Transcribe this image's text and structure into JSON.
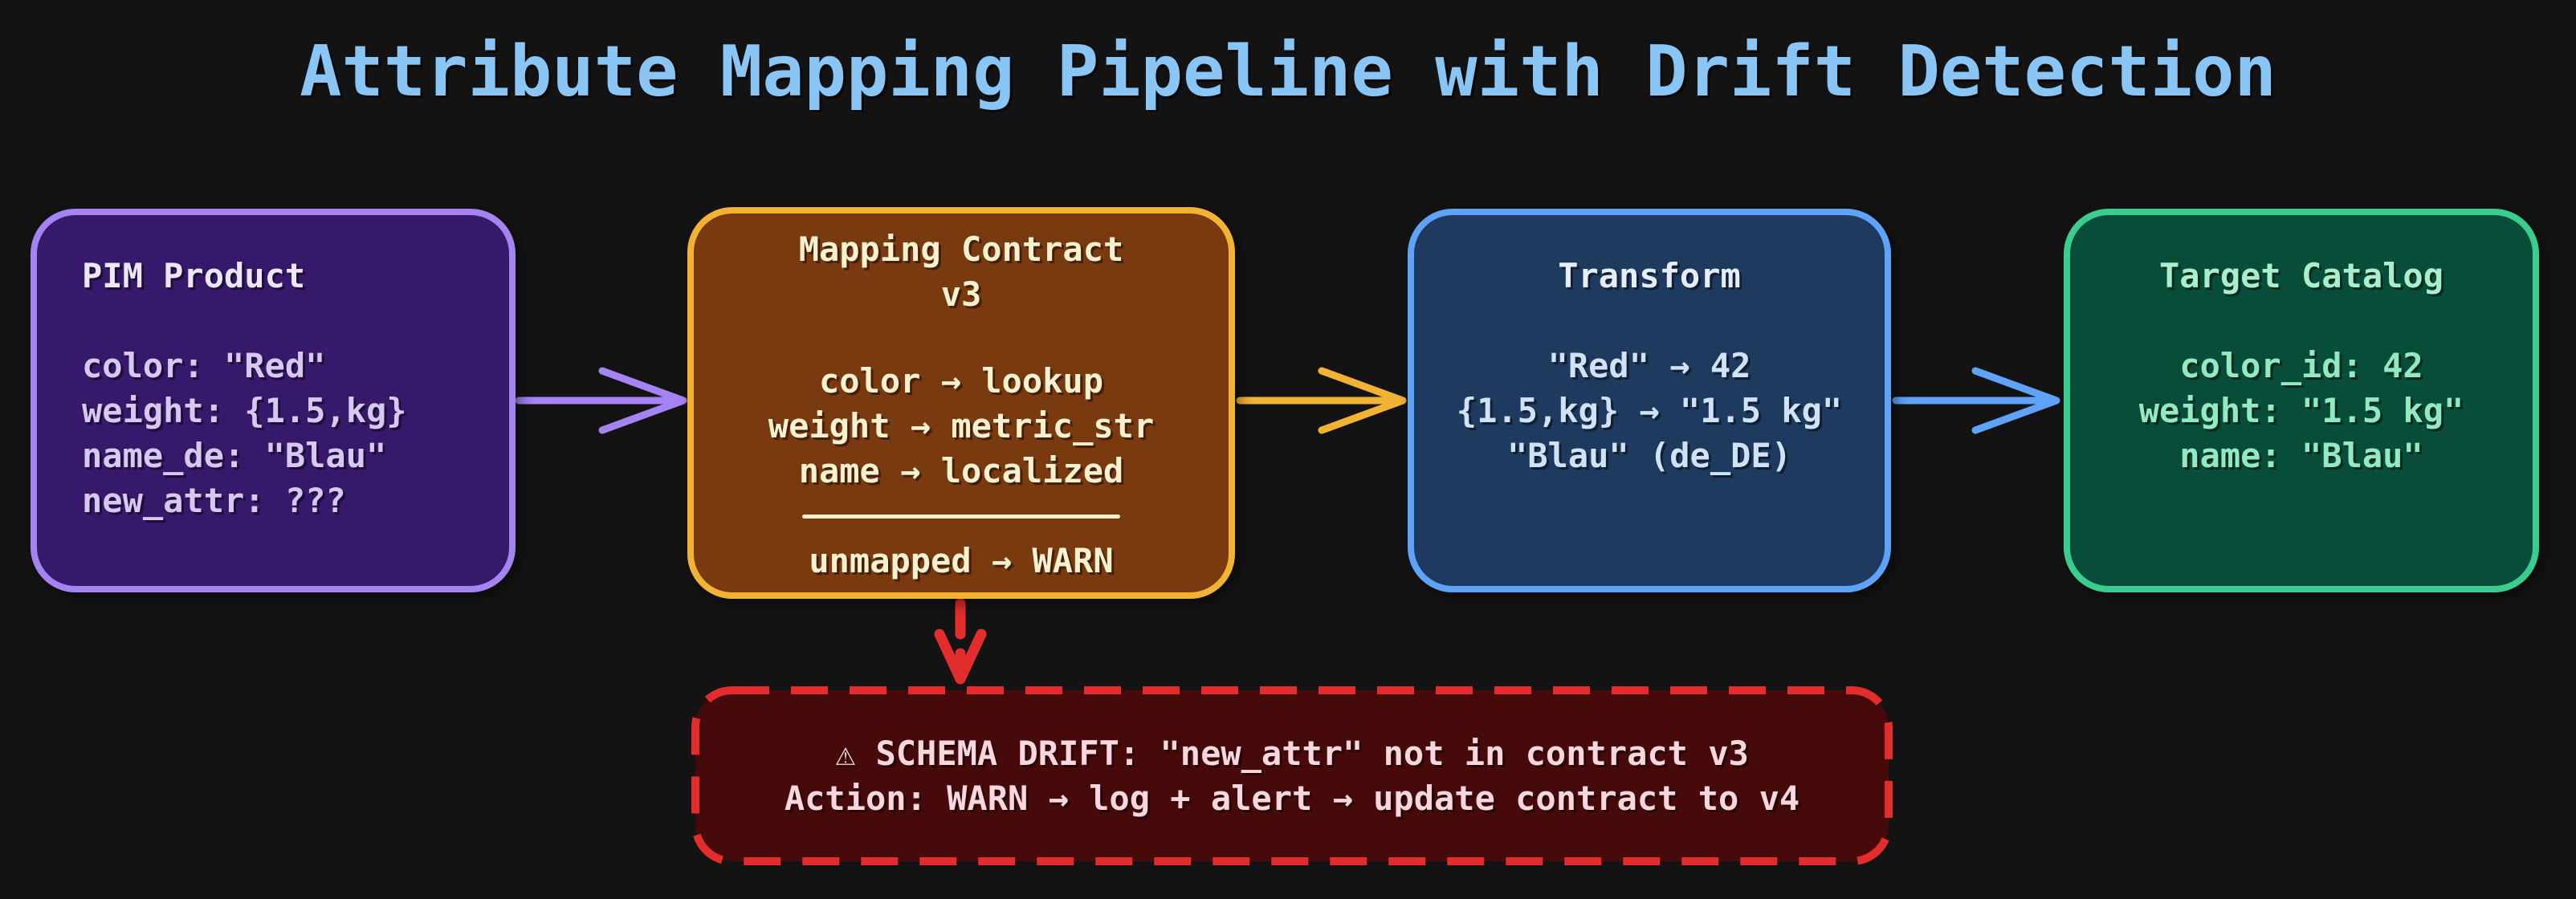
{
  "title": "Attribute Mapping Pipeline with Drift Detection",
  "colors": {
    "background": "#131313",
    "title_text": "#89c5f5"
  },
  "nodes": [
    {
      "id": "pim-product",
      "title_lines": [
        "PIM Product"
      ],
      "body_lines": [
        "color: \"Red\"",
        "weight: {1.5,kg}",
        "name_de: \"Blau\"",
        "new_attr: ???"
      ],
      "colors": {
        "fill": "#37196b",
        "border": "#a583f2",
        "title_text": "#ece7f8",
        "body_text": "#d6c8f0"
      }
    },
    {
      "id": "mapping-contract",
      "title_lines": [
        "Mapping Contract",
        "v3"
      ],
      "body_lines": [
        "color → lookup",
        "weight → metric_str",
        "name → localized"
      ],
      "footer_lines": [
        "unmapped → WARN"
      ],
      "colors": {
        "fill": "#7a3a10",
        "border": "#f2b233",
        "title_text": "#f8f1cf",
        "body_text": "#f8f1cf"
      }
    },
    {
      "id": "transform",
      "title_lines": [
        "Transform"
      ],
      "body_lines": [
        "\"Red\" → 42",
        "{1.5,kg} → \"1.5 kg\"",
        "\"Blau\" (de_DE)"
      ],
      "colors": {
        "fill": "#1e3a5f",
        "border": "#5ea3f7",
        "title_text": "#e4edf8",
        "body_text": "#cfe2f6"
      }
    },
    {
      "id": "target-catalog",
      "title_lines": [
        "Target Catalog"
      ],
      "body_lines": [
        "color_id: 42",
        "weight: \"1.5 kg\"",
        "name: \"Blau\""
      ],
      "colors": {
        "fill": "#084d3a",
        "border": "#3bcd8e",
        "title_text": "#a9efcc",
        "body_text": "#93eac2"
      }
    }
  ],
  "warning": {
    "id": "schema-drift-warning",
    "icon": "⚠",
    "lines": [
      "SCHEMA DRIFT: \"new_attr\" not in contract v3",
      "Action: WARN → log + alert → update contract to v4"
    ],
    "colors": {
      "fill": "#470a0a",
      "border": "#e32c2c",
      "text": "#fad7de"
    }
  },
  "edges": [
    {
      "from": "pim-product",
      "to": "mapping-contract",
      "style": "solid",
      "color": "#a583f2"
    },
    {
      "from": "mapping-contract",
      "to": "transform",
      "style": "solid",
      "color": "#f2b233"
    },
    {
      "from": "transform",
      "to": "target-catalog",
      "style": "solid",
      "color": "#5ea3f7"
    },
    {
      "from": "mapping-contract",
      "to": "schema-drift-warning",
      "style": "dashed",
      "color": "#e32c2c"
    }
  ]
}
